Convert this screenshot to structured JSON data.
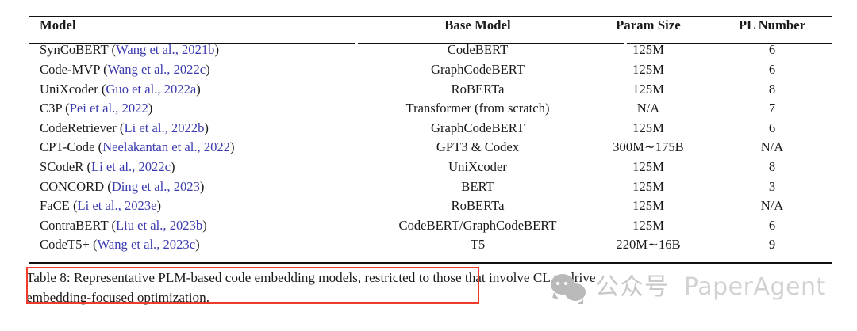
{
  "table": {
    "columns": [
      "Model",
      "Base Model",
      "Param Size",
      "PL Number"
    ],
    "rows": [
      {
        "model_name": "SynCoBERT",
        "citation": "(Wang et al., 2021b)",
        "cite_open": "(",
        "cite_text": "Wang et al., 2021b",
        "cite_close": ")",
        "base_model": "CodeBERT",
        "param_size": "125M",
        "pl_number": "6"
      },
      {
        "model_name": "Code-MVP",
        "citation": "(Wang et al., 2022c)",
        "cite_open": "(",
        "cite_text": "Wang et al., 2022c",
        "cite_close": ")",
        "base_model": "GraphCodeBERT",
        "param_size": "125M",
        "pl_number": "6"
      },
      {
        "model_name": "UniXcoder",
        "citation": "(Guo et al., 2022a)",
        "cite_open": "(",
        "cite_text": "Guo et al., 2022a",
        "cite_close": ")",
        "base_model": "RoBERTa",
        "param_size": "125M",
        "pl_number": "8"
      },
      {
        "model_name": "C3P",
        "citation": "(Pei et al., 2022)",
        "cite_open": "(",
        "cite_text": "Pei et al., 2022",
        "cite_close": ")",
        "base_model": "Transformer (from scratch)",
        "param_size": "N/A",
        "pl_number": "7"
      },
      {
        "model_name": "CodeRetriever",
        "citation": "(Li et al., 2022b)",
        "cite_open": "(",
        "cite_text": "Li et al., 2022b",
        "cite_close": ")",
        "base_model": "GraphCodeBERT",
        "param_size": "125M",
        "pl_number": "6"
      },
      {
        "model_name": "CPT-Code",
        "citation": "(Neelakantan et al., 2022)",
        "cite_open": "(",
        "cite_text": "Neelakantan et al., 2022",
        "cite_close": ")",
        "base_model": "GPT3 & Codex",
        "param_size": "300M∼175B",
        "pl_number": "N/A"
      },
      {
        "model_name": "SCodeR",
        "citation": "(Li et al., 2022c)",
        "cite_open": "(",
        "cite_text": "Li et al., 2022c",
        "cite_close": ")",
        "base_model": "UniXcoder",
        "param_size": "125M",
        "pl_number": "8"
      },
      {
        "model_name": "CONCORD",
        "citation": "(Ding et al., 2023)",
        "cite_open": "(",
        "cite_text": "Ding et al., 2023",
        "cite_close": ")",
        "base_model": "BERT",
        "param_size": "125M",
        "pl_number": "3"
      },
      {
        "model_name": "FaCE",
        "citation": "(Li et al., 2023e)",
        "cite_open": "(",
        "cite_text": "Li et al., 2023e",
        "cite_close": ")",
        "base_model": "RoBERTa",
        "param_size": "125M",
        "pl_number": "N/A"
      },
      {
        "model_name": "ContraBERT",
        "citation": "(Liu et al., 2023b)",
        "cite_open": "(",
        "cite_text": "Liu et al., 2023b",
        "cite_close": ")",
        "base_model": "CodeBERT/GraphCodeBERT",
        "param_size": "125M",
        "pl_number": "6"
      },
      {
        "model_name": "CodeT5+",
        "citation": "(Wang et al., 2023c)",
        "cite_open": "(",
        "cite_text": "Wang et al., 2023c",
        "cite_close": ")",
        "base_model": "T5",
        "param_size": "220M∼16B",
        "pl_number": "9"
      }
    ]
  },
  "caption": {
    "line1": "Table 8: Representative PLM-based code embedding models, restricted to those that involve CL to drive",
    "line2": "embedding-focused optimization.",
    "label": "Table 8:",
    "text": "Representative PLM-based code embedding models, restricted to those that involve CL to drive embedding-focused optimization."
  },
  "annotation": {
    "type": "red-rectangle-highlight",
    "color": "#ee3b2b"
  },
  "watermark": {
    "icon": "wechat-bubbles-icon",
    "chinese_text": "公众号",
    "english_text": "PaperAgent",
    "color": "#c9c9c9"
  },
  "colors": {
    "citation_blue": "#3b3bb0",
    "rule_black": "#111111",
    "annotation_red": "#ee3b2b",
    "watermark_gray": "#c9c9c9"
  }
}
